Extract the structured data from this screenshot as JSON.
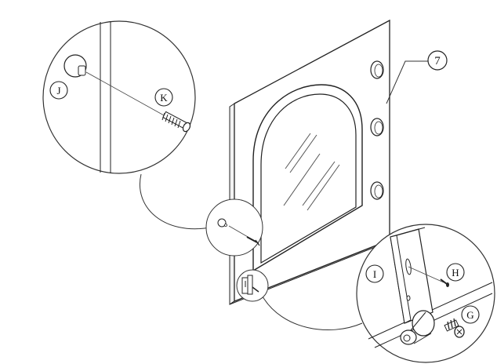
{
  "diagram": {
    "part_number": "7",
    "callouts": {
      "J": "J",
      "K": "K",
      "I": "I",
      "H": "H",
      "G": "G"
    }
  }
}
